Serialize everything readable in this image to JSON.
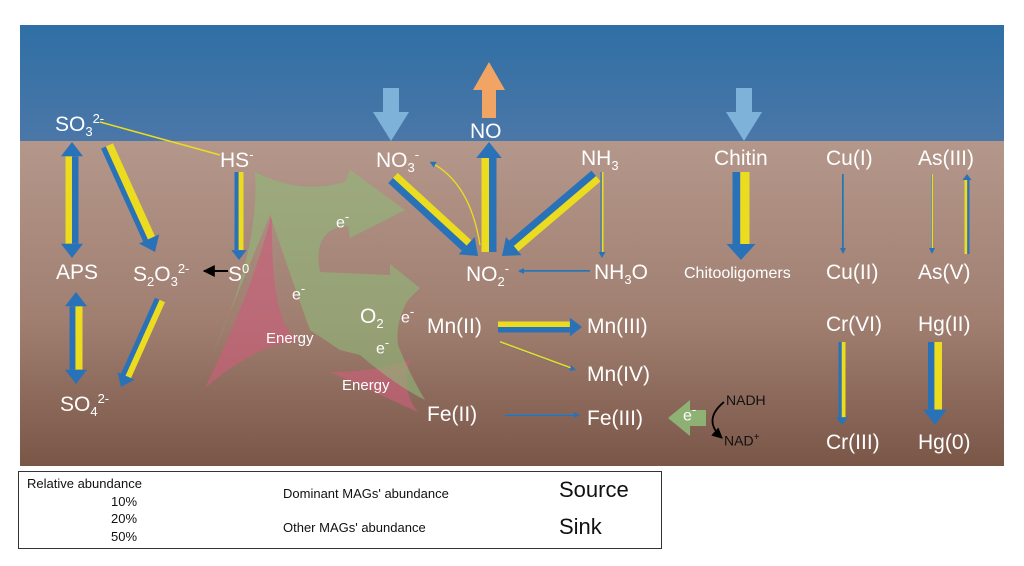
{
  "species": {
    "so3": {
      "base": "SO",
      "sub": "3",
      "sup": "2-"
    },
    "hs": {
      "base": "HS",
      "sup": "-"
    },
    "no3": {
      "base": "NO",
      "sub": "3",
      "sup": "-"
    },
    "no": "NO",
    "nh3": {
      "base": "NH",
      "sub": "3"
    },
    "chitin": "Chitin",
    "cu1": "Cu(I)",
    "as3": "As(III)",
    "aps": "APS",
    "s2o3": {
      "base": "S",
      "sub1": "2",
      "mid": "O",
      "sub2": "3",
      "sup": "2-"
    },
    "s0": {
      "base": "S",
      "sup": "0"
    },
    "no2": {
      "base": "NO",
      "sub": "2",
      "sup": "-"
    },
    "nh3o": {
      "base": "NH",
      "sub": "3",
      "end": "O"
    },
    "chitooligomers": "Chitooligomers",
    "cu2": "Cu(II)",
    "as5": "As(V)",
    "o2": {
      "base": "O",
      "sub": "2"
    },
    "mn2": "Mn(II)",
    "mn3": "Mn(III)",
    "mn4": "Mn(IV)",
    "cr6": "Cr(VI)",
    "hg2": "Hg(II)",
    "so4": {
      "base": "SO",
      "sub": "4",
      "sup": "2-"
    },
    "fe2": "Fe(II)",
    "fe3": "Fe(III)",
    "cr3": "Cr(III)",
    "hg0": "Hg(0)",
    "nadh": "NADH",
    "nadp": {
      "base": "NAD",
      "sup": "+"
    }
  },
  "labels": {
    "e": "e",
    "eminus": "-",
    "energy": "Energy"
  },
  "legend": {
    "title": "Relative abundance",
    "p10": "10%",
    "p20": "20%",
    "p50": "50%",
    "dominant": "Dominant MAGs' abundance",
    "other": "Other MAGs' abundance",
    "source": "Source",
    "sink": "Sink"
  },
  "colors": {
    "water_top": "#2f6fa5",
    "water_bottom": "#4b77a8",
    "sediment_top": "#b4978b",
    "sediment_bottom": "#7a5647",
    "yellow": "#ecdc1f",
    "blue": "#2a72b8",
    "green_flow": "#8fb978",
    "red_energy": "#c9607a",
    "source": "#7fb2d8",
    "sink": "#f2a465"
  }
}
